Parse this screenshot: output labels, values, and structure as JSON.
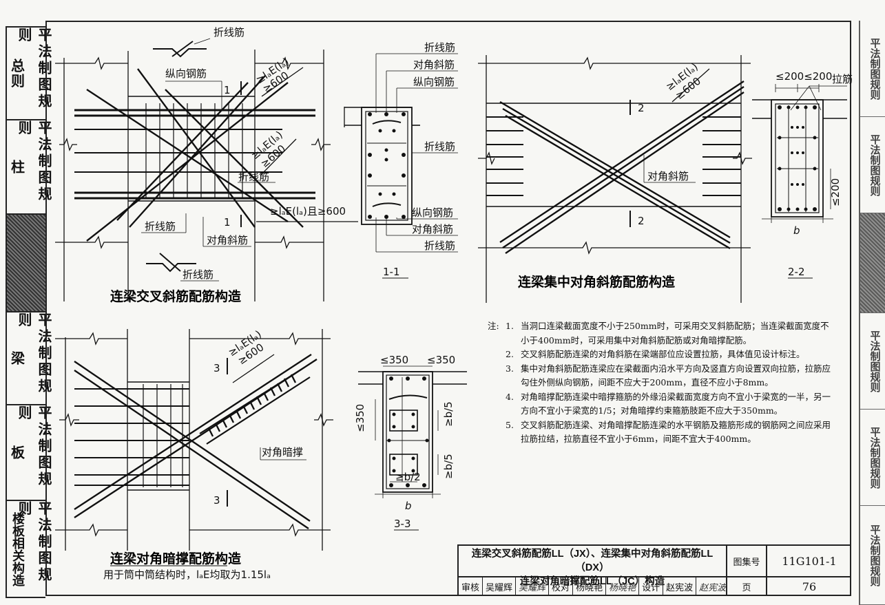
{
  "left_index": [
    {
      "sub": "总则",
      "main": "平法制图规则",
      "active": false
    },
    {
      "sub": "柱",
      "main": "平法制图规则",
      "active": false
    },
    {
      "sub": "",
      "main": "",
      "active": true
    },
    {
      "sub": "梁",
      "main": "平法制图规则",
      "active": false
    },
    {
      "sub": "板",
      "main": "平法制图规则",
      "active": false
    },
    {
      "sub": "楼板相关构造",
      "main": "平法制图规则",
      "active": false
    }
  ],
  "right_index": [
    "平法制图规则",
    "平法制图规则",
    "",
    "平法制图规则",
    "平法制图规则",
    "平法制图规则"
  ],
  "diagram1": {
    "labels": {
      "bent_bar_top": "折线筋",
      "longitudinal": "纵向钢筋",
      "bent_bar_mid": "折线筋",
      "bent_bar_left": "折线筋",
      "diagonal": "对角斜筋",
      "bent_bar_bottom": "折线筋",
      "anchor_top": "≥lₐE(lₐ)",
      "anchor_top_600": "≥600",
      "anchor_mid": "≥lₐE(lₐ)",
      "anchor_mid_600": "≥600",
      "anchor_bottom": "≥lₐE(lₐ)且≥600",
      "section_mark_top": "1",
      "section_mark_bottom": "1"
    },
    "title": "连梁交叉斜筋配筋构造"
  },
  "section11": {
    "labels": [
      "折线筋",
      "对角斜筋",
      "纵向钢筋",
      "折线筋",
      "纵向钢筋",
      "对角斜筋",
      "折线筋"
    ],
    "title": "1-1"
  },
  "diagram2": {
    "labels": {
      "anchor": "≥lₐE(lₐ)",
      "anchor_600": "≥600",
      "diagonal": "对角斜筋",
      "section_mark_top": "2",
      "section_mark_bottom": "2"
    },
    "title": "连梁集中对角斜筋配筋构造"
  },
  "section22": {
    "top_dims": "≤200≤200",
    "tie_label": "拉筋",
    "side_dim": "≤200",
    "width_label": "b",
    "title": "2-2"
  },
  "diagram3": {
    "labels": {
      "anchor": "≥lₐE(lₐ)",
      "anchor_600": "≥600",
      "brace": "对角暗撑",
      "section_mark_top": "3",
      "section_mark_bottom": "3"
    },
    "title": "连梁对角暗撑配筋构造",
    "subtitle": "用于筒中筒结构时，lₐE均取为1.15lₐ"
  },
  "section33": {
    "dim_left": "≤350",
    "dim_right": "≤350",
    "dim_side": "≤350",
    "dim_b5_top": "≥b/5",
    "dim_b5_bottom": "≥b/5",
    "dim_b2": "≥b/2",
    "width_label": "b",
    "title": "3-3"
  },
  "notes": {
    "intro": "注:",
    "items": [
      {
        "num": "1.",
        "text": "当洞口连梁截面宽度不小于250mm时，可采用交叉斜筋配筋；当连梁截面宽度不小于400mm时，可采用集中对角斜筋配筋或对角暗撑配筋。"
      },
      {
        "num": "2.",
        "text": "交叉斜筋配筋连梁的对角斜筋在梁端部位应设置拉筋，具体值见设计标注。"
      },
      {
        "num": "3.",
        "text": "集中对角斜筋配筋连梁应在梁截面内沿水平方向及竖直方向设置双向拉筋，拉筋应勾住外侧纵向钢筋，间距不应大于200mm，直径不应小于8mm。"
      },
      {
        "num": "4.",
        "text": "对角暗撑配筋连梁中暗撑箍筋的外缘沿梁截面宽度方向不宜小于梁宽的一半，另一方向不宜小于梁宽的1/5；对角暗撑约束箍筋肢距不应大于350mm。"
      },
      {
        "num": "5.",
        "text": "交叉斜筋配筋连梁、对角暗撑配筋连梁的水平钢筋及箍筋形成的钢筋网之间应采用拉筋拉结，拉筋直径不宜小于6mm，间距不宜大于400mm。"
      }
    ]
  },
  "title_block": {
    "line1": "连梁交叉斜筋配筋LL（JX）、连梁集中对角斜筋配筋LL（DX）",
    "line2": "连梁对角暗撑配筋LL（JC）构造",
    "atlas_label": "图集号",
    "atlas_value": "11G101-1",
    "review_label": "审核",
    "reviewer": "吴耀辉",
    "reviewer_sig": "吴耀辉",
    "check_label": "校对",
    "checker": "杨晓艳",
    "checker_sig": "杨晓艳",
    "design_label": "设计",
    "designer": "赵宪波",
    "designer_sig": "赵宪波",
    "page_label": "页",
    "page_value": "76"
  }
}
